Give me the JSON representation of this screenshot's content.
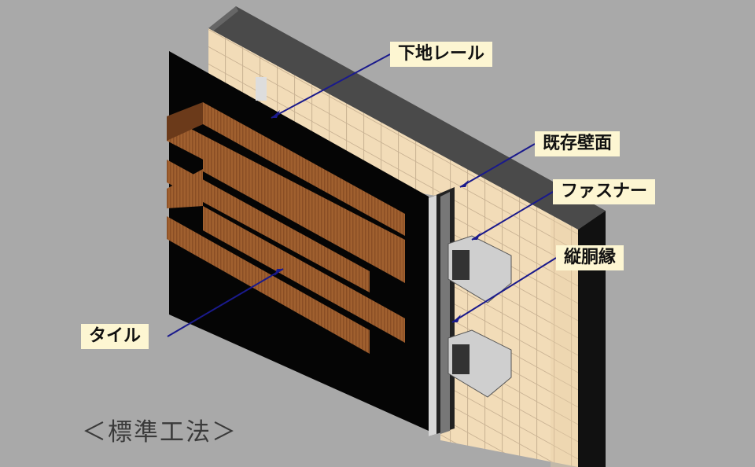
{
  "labels": {
    "base_rail": "下地レール",
    "existing_wall": "既存壁面",
    "fastener": "ファスナー",
    "vertical_furring": "縦胴縁",
    "tile": "タイル"
  },
  "caption": "＜標準工法＞",
  "colors": {
    "background": "#a9a9a9",
    "label_bg": "#fdf6d2",
    "leader_line": "#1a1a8c",
    "tile": "#9a5a2e",
    "wall_tile": "#f0d9b5"
  }
}
